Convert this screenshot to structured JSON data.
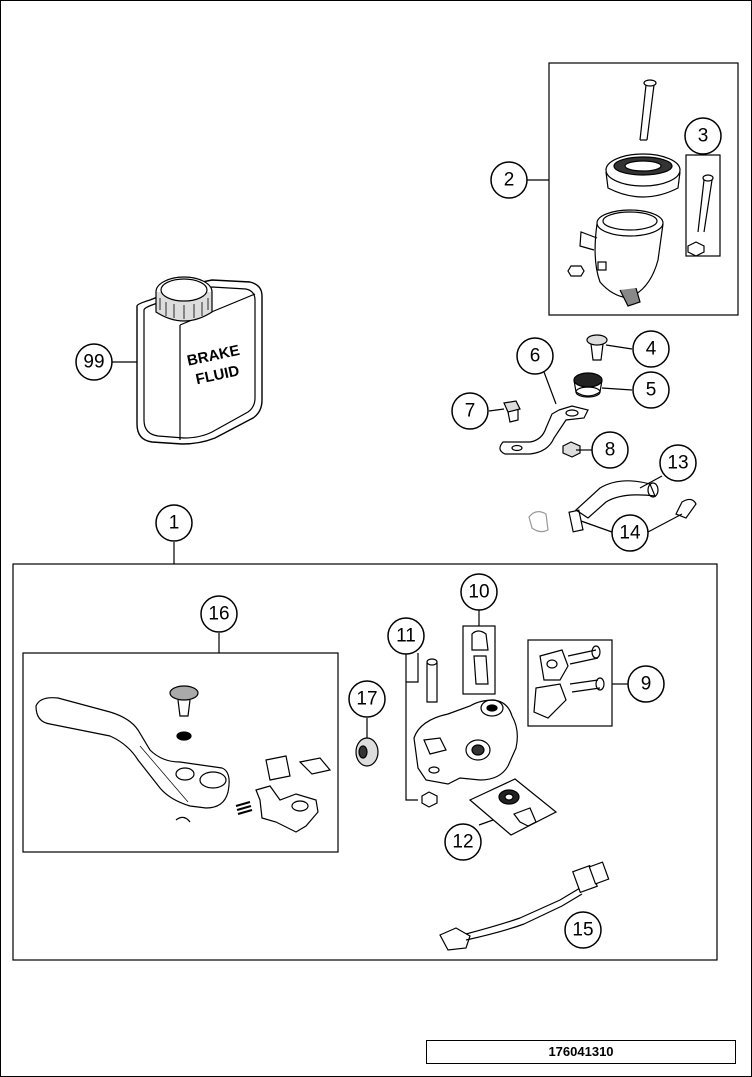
{
  "callouts": {
    "c1": "1",
    "c2": "2",
    "c3": "3",
    "c4": "4",
    "c5": "5",
    "c6": "6",
    "c7": "7",
    "c8": "8",
    "c9": "9",
    "c10": "10",
    "c11": "11",
    "c12": "12",
    "c13": "13",
    "c14": "14",
    "c15": "15",
    "c16": "16",
    "c17": "17",
    "c99": "99"
  },
  "bottle_label": {
    "line1": "BRAKE",
    "line2": "FLUID"
  },
  "document_number": "176041310"
}
